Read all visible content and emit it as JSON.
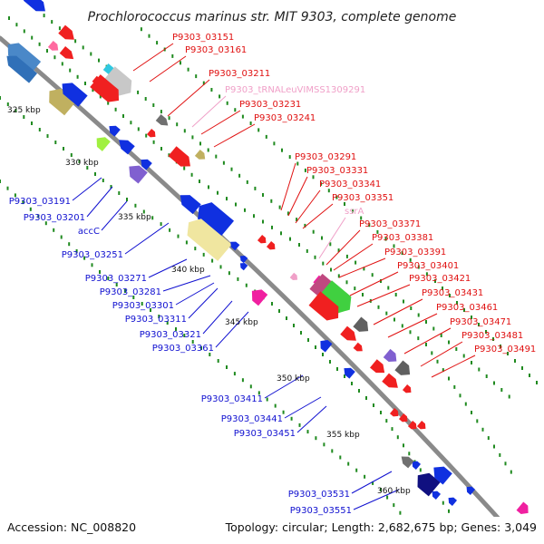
{
  "title": "Prochlorococcus marinus str. MIT 9303, complete genome",
  "footer": {
    "accession": "Accession: NC_008820",
    "summary": "Topology: circular; Length: 2,682,675 bp; Genes: 3,049"
  },
  "colors": {
    "backbone": "#8a8a8a",
    "forward_label": "#e01010",
    "reverse_label": "#1010d0",
    "rna_label": "#f0a0c8",
    "tick": "#1f8a1f",
    "leader": "#333333"
  },
  "kbp_marks": [
    "325 kbp",
    "330 kbp",
    "335 kbp",
    "340 kbp",
    "345 kbp",
    "350 kbp",
    "355 kbp",
    "360 kbp"
  ],
  "forward_labels": [
    "P9303_03151",
    "P9303_03161",
    "P9303_03211",
    "P9303_tRNALeuVIMSS1309291",
    "P9303_03231",
    "P9303_03241",
    "P9303_03291",
    "P9303_03331",
    "P9303_03341",
    "P9303_03351",
    "ssrA",
    "P9303_03371",
    "P9303_03381",
    "P9303_03391",
    "P9303_03401",
    "P9303_03421",
    "P9303_03431",
    "P9303_03461",
    "P9303_03471",
    "P9303_03481",
    "P9303_03491"
  ],
  "reverse_labels": [
    "P9303_03191",
    "P9303_03201",
    "accC",
    "P9303_03251",
    "P9303_03271",
    "P9303_03281",
    "P9303_03301",
    "P9303_03311",
    "P9303_03321",
    "P9303_03361",
    "P9303_03411",
    "P9303_03441",
    "P9303_03451",
    "P9303_03531",
    "P9303_03551"
  ]
}
